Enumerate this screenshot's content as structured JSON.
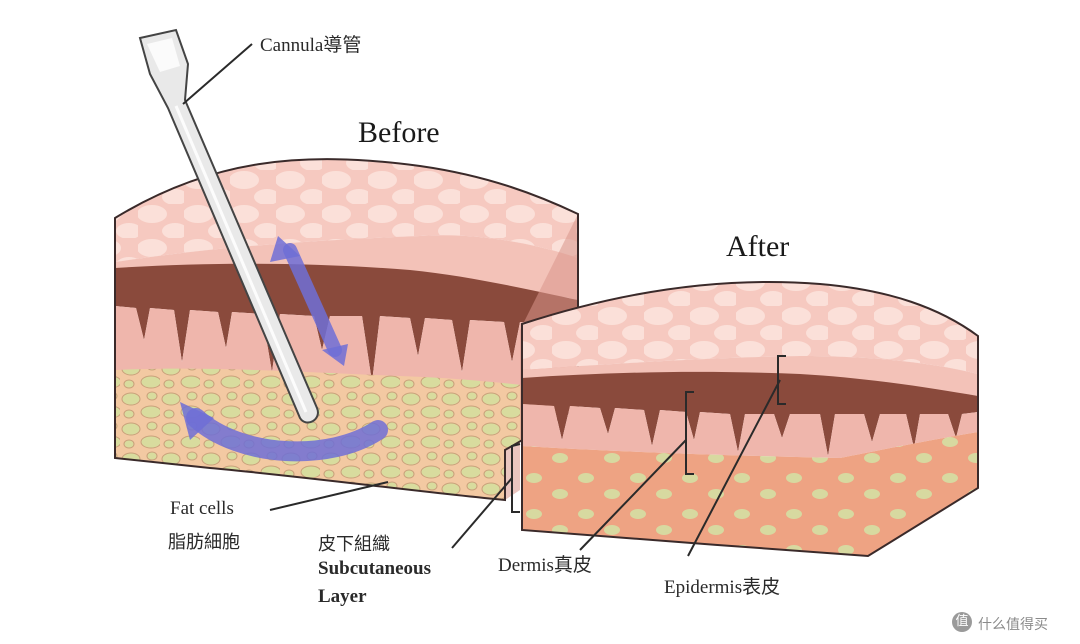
{
  "titles": {
    "before": "Before",
    "after": "After"
  },
  "labels": {
    "cannula": "Cannula導管",
    "fat_cells_en": "Fat cells",
    "fat_cells_zh": "脂肪細胞",
    "subcutaneous_zh": "皮下組織",
    "subcutaneous_en_1": "Subcutaneous",
    "subcutaneous_en_2": "Layer",
    "dermis": "Dermis真皮",
    "epidermis": "Epidermis表皮"
  },
  "watermark": {
    "text": "什么值得买"
  },
  "colors": {
    "epidermis": "#f6c9c0",
    "epidermis_spots": "#fbe4dc",
    "dermis": "#efb6ac",
    "melanin": "#8a4a3c",
    "fat_before": "#f1c4a0",
    "fat_after": "#eea484",
    "fat_cell": "#d7dca0",
    "arrow": "#6f6fd6",
    "cannula": "#e8e8e8"
  }
}
